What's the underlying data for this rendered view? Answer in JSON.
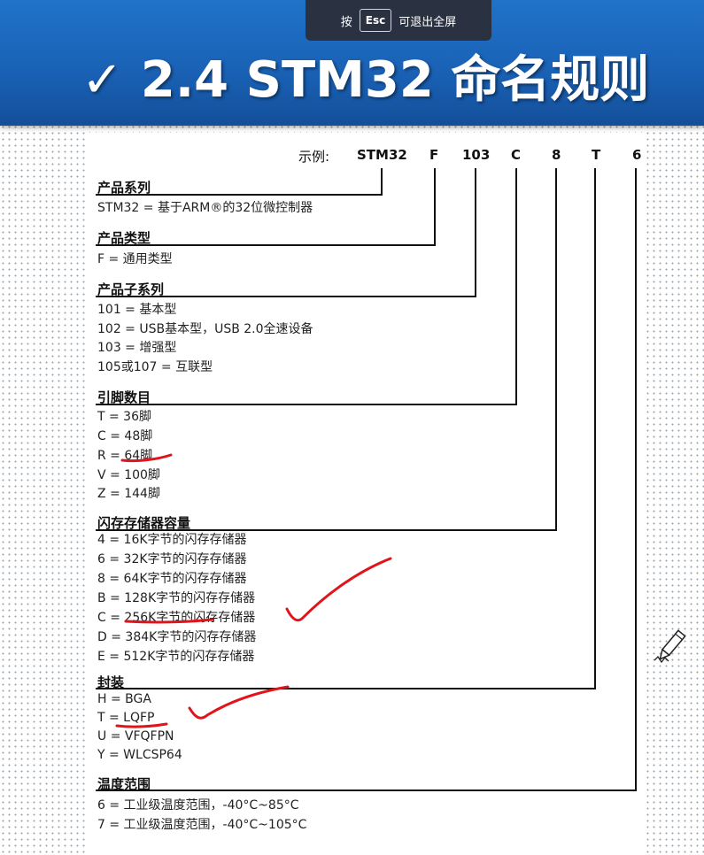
{
  "toast": {
    "prefix": "按",
    "key": "Esc",
    "suffix": "可退出全屏"
  },
  "slide": {
    "check_glyph": "✓",
    "title": "2.4  STM32 命名规则"
  },
  "example": {
    "label": "示例:",
    "parts": [
      "STM32",
      "F",
      "103",
      "C",
      "8",
      "T",
      "6"
    ]
  },
  "sections": {
    "product_series": {
      "heading": "产品系列",
      "items": [
        "STM32 = 基于ARM®的32位微控制器"
      ]
    },
    "product_type": {
      "heading": "产品类型",
      "items": [
        "F = 通用类型"
      ]
    },
    "product_subseries": {
      "heading": "产品子系列",
      "items": [
        "101 = 基本型",
        "102 = USB基本型，USB 2.0全速设备",
        "103 = 增强型",
        "105或107 = 互联型"
      ]
    },
    "pin_count": {
      "heading": "引脚数目",
      "items": [
        "T = 36脚",
        "C = 48脚",
        "R = 64脚",
        "V = 100脚",
        "Z = 144脚"
      ]
    },
    "flash_size": {
      "heading": "闪存存储器容量",
      "items": [
        "4 = 16K字节的闪存存储器",
        "6 = 32K字节的闪存存储器",
        "8 = 64K字节的闪存存储器",
        "B = 128K字节的闪存存储器",
        "C = 256K字节的闪存存储器",
        "D = 384K字节的闪存存储器",
        "E = 512K字节的闪存存储器"
      ]
    },
    "package": {
      "heading": "封装",
      "items": [
        "H = BGA",
        "T = LQFP",
        "U = VFQFPN",
        "Y = WLCSP64"
      ]
    },
    "temp_range": {
      "heading": "温度范围",
      "items": [
        "6 = 工业级温度范围，-40°C~85°C",
        "7 = 工业级温度范围，-40°C~105°C"
      ]
    }
  },
  "colors": {
    "banner": "#1a62b6",
    "annotation": "#e0141a"
  },
  "icons": {
    "pencil": "pencil-cursor-icon"
  }
}
